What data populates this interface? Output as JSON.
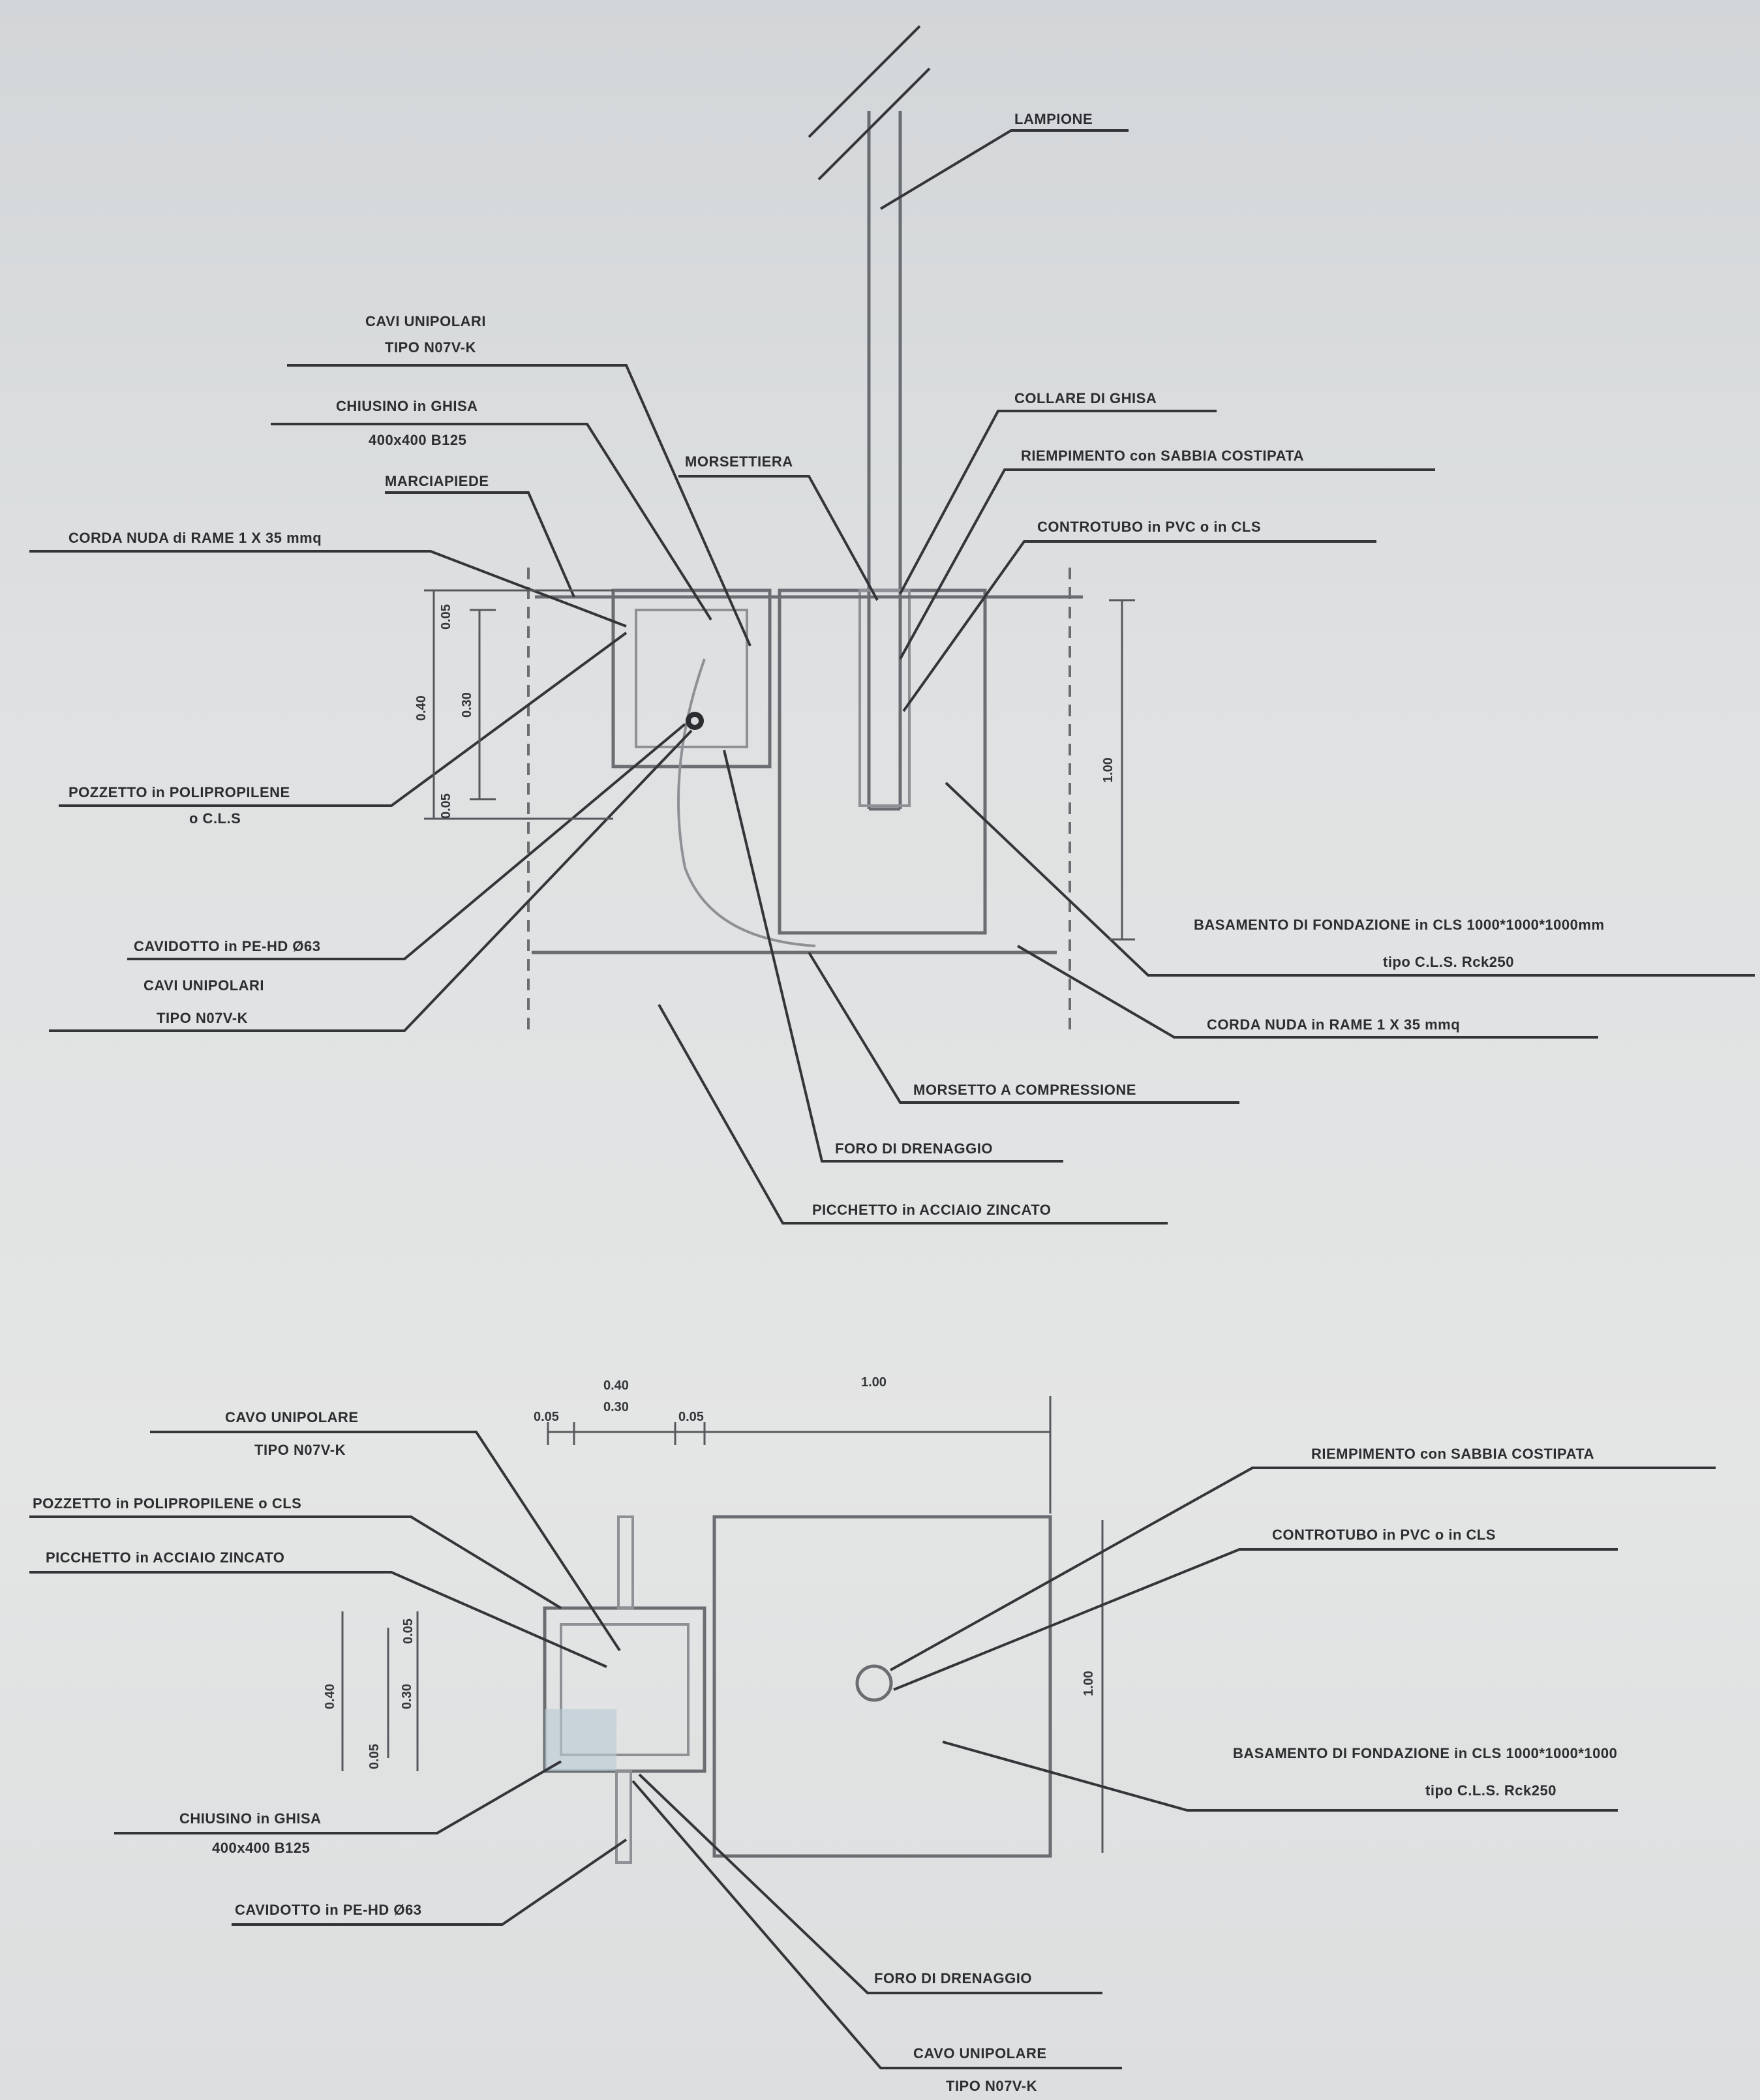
{
  "section_view": {
    "labels": {
      "lampione": "LAMPIONE",
      "cavi_unipolari_top_1": "CAVI UNIPOLARI",
      "cavi_unipolari_top_2": "TIPO N07V-K",
      "chiusino_1": "CHIUSINO in GHISA",
      "chiusino_2": "400x400 B125",
      "marciapiede": "MARCIAPIEDE",
      "corda_nuda_top": "CORDA NUDA di RAME 1 X 35 mmq",
      "morsettiera": "MORSETTIERA",
      "collare": "COLLARE DI GHISA",
      "riempimento": "RIEMPIMENTO con SABBIA COSTIPATA",
      "controtubo": "CONTROTUBO in PVC o in CLS",
      "pozzetto_1": "POZZETTO in POLIPROPILENE",
      "pozzetto_2": "o C.L.S",
      "cavidotto": "CAVIDOTTO in PE-HD Ø63",
      "cavi_unipolari_bottom_1": "CAVI UNIPOLARI",
      "cavi_unipolari_bottom_2": "TIPO N07V-K",
      "basamento_1": "BASAMENTO DI FONDAZIONE in CLS 1000*1000*1000mm",
      "basamento_2": "tipo C.L.S. Rck250",
      "corda_nuda_bottom": "CORDA NUDA in RAME 1 X 35 mmq",
      "morsetto": "MORSETTO A COMPRESSIONE",
      "foro": "FORO DI DRENAGGIO",
      "picchetto": "PICCHETTO in ACCIAIO ZINCATO"
    },
    "dimensions": {
      "d_top": "0.05",
      "d_pozzetto": "0.40",
      "d_inner": "0.30",
      "d_bottom": "0.05",
      "d_basamento": "1.00"
    }
  },
  "plan_view": {
    "labels": {
      "cavo_unipolare_top_1": "CAVO UNIPOLARE",
      "cavo_unipolare_top_2": "TIPO N07V-K",
      "pozzetto": "POZZETTO in POLIPROPILENE o CLS",
      "picchetto": "PICCHETTO in ACCIAIO ZINCATO",
      "riempimento": "RIEMPIMENTO con SABBIA COSTIPATA",
      "controtubo": "CONTROTUBO in PVC o in CLS",
      "basamento_1": "BASAMENTO DI FONDAZIONE in CLS 1000*1000*1000",
      "basamento_2": "tipo C.L.S. Rck250",
      "chiusino_1": "CHIUSINO in GHISA",
      "chiusino_2": "400x400 B125",
      "cavidotto": "CAVIDOTTO in PE-HD Ø63",
      "foro": "FORO DI DRENAGGIO",
      "cavo_unipolare_bottom_1": "CAVO UNIPOLARE",
      "cavo_unipolare_bottom_2": "TIPO N07V-K"
    },
    "dimensions": {
      "d_040": "0.40",
      "d_030": "0.30",
      "d_005a": "0.05",
      "d_005b": "0.05",
      "d_100": "1.00",
      "d_side_100": "1.00",
      "v_005a": "0.05",
      "v_040": "0.40",
      "v_030": "0.30",
      "v_005b": "0.05"
    }
  }
}
